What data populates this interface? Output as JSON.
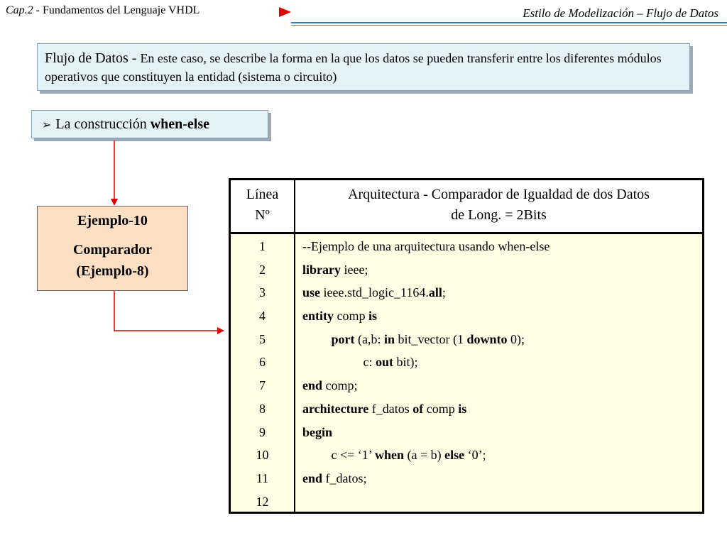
{
  "header": {
    "chapter": "Cap.2",
    "subtitle": " - Fundamentos del Lenguaje VHDL",
    "topic": "Estilo de Modelización – Flujo de Datos"
  },
  "definition": {
    "term": "Flujo de Datos - ",
    "text": "En este caso, se describe la forma en la que los datos se pueden transferir entre los diferentes módulos operativos que constituyen la entidad (sistema o circuito)"
  },
  "section": {
    "bullet": "➢",
    "label": "La construcción ",
    "keyword": "when-else"
  },
  "example": {
    "title": "Ejemplo-10",
    "line1": "Comparador",
    "line2": "(Ejemplo-8)"
  },
  "table": {
    "col1_header_line1": "Línea",
    "col1_header_line2": "Nº",
    "col2_header_line1": "Arquitectura - Comparador de Igualdad de dos Datos",
    "col2_header_line2": "de Long. = 2Bits",
    "line_numbers": [
      "1",
      "2",
      "3",
      "4",
      "5",
      "6",
      "7",
      "8",
      "9",
      "10",
      "11",
      "12"
    ],
    "code": [
      [
        {
          "t": "--Ejemplo de una arquitectura usando when-else",
          "b": false
        }
      ],
      [
        {
          "t": "library",
          "b": true
        },
        {
          "t": " ieee;",
          "b": false
        }
      ],
      [
        {
          "t": "use",
          "b": true
        },
        {
          "t": " ieee.std_logic_1164.",
          "b": false
        },
        {
          "t": "all",
          "b": true
        },
        {
          "t": ";",
          "b": false
        }
      ],
      [
        {
          "t": "entity",
          "b": true
        },
        {
          "t": " comp ",
          "b": false
        },
        {
          "t": "is",
          "b": true
        }
      ],
      [
        {
          "t": "         ",
          "b": false
        },
        {
          "t": "port",
          "b": true
        },
        {
          "t": " (a,b: ",
          "b": false
        },
        {
          "t": "in",
          "b": true
        },
        {
          "t": " bit_vector (1 ",
          "b": false
        },
        {
          "t": "downto",
          "b": true
        },
        {
          "t": " 0);",
          "b": false
        }
      ],
      [
        {
          "t": "                   c: ",
          "b": false
        },
        {
          "t": "out",
          "b": true
        },
        {
          "t": " bit);",
          "b": false
        }
      ],
      [
        {
          "t": "end",
          "b": true
        },
        {
          "t": " comp;",
          "b": false
        }
      ],
      [
        {
          "t": "architecture",
          "b": true
        },
        {
          "t": " f_datos ",
          "b": false
        },
        {
          "t": "of",
          "b": true
        },
        {
          "t": " comp ",
          "b": false
        },
        {
          "t": "is",
          "b": true
        }
      ],
      [
        {
          "t": "begin",
          "b": true
        }
      ],
      [
        {
          "t": "         c <= ‘1’ ",
          "b": false
        },
        {
          "t": "when",
          "b": true
        },
        {
          "t": " (a = b) ",
          "b": false
        },
        {
          "t": "else",
          "b": true
        },
        {
          "t": " ‘0’;",
          "b": false
        }
      ],
      [
        {
          "t": "end",
          "b": true
        },
        {
          "t": " f_datos;",
          "b": false
        }
      ],
      []
    ]
  },
  "colors": {
    "accent_rule": "#2f7fc4",
    "flag": "#e00000",
    "connector": "#e00000",
    "info_box_bg": "#e3f2f6",
    "example_box_bg": "#fde0c4",
    "code_bg": "#ffffe6"
  }
}
